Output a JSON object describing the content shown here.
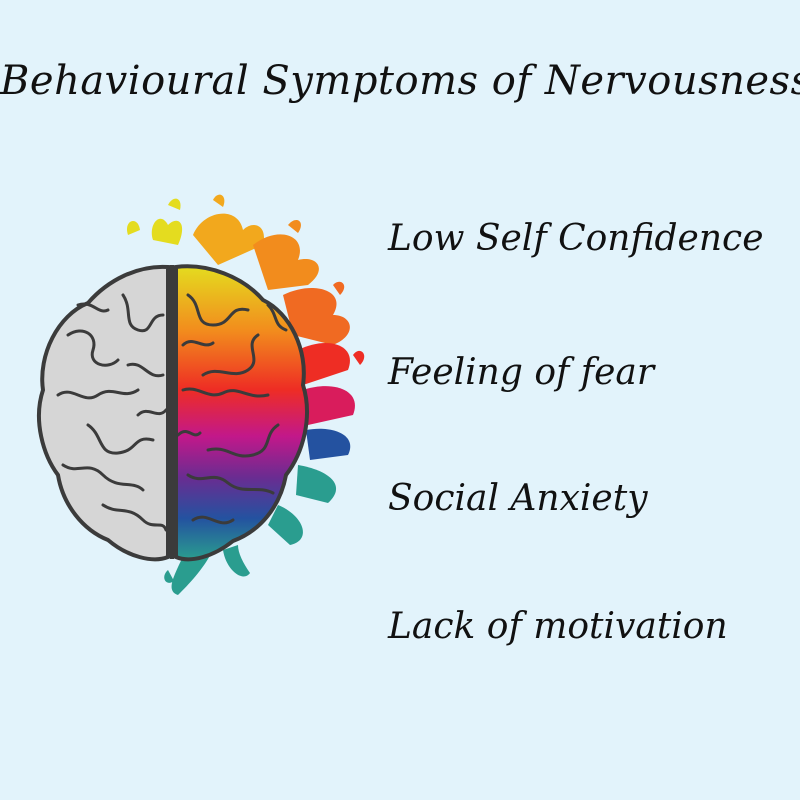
{
  "title": "Behavioural Symptoms of Nervousness",
  "symptoms": [
    {
      "label": "Low Self Confidence"
    },
    {
      "label": "Feeling of fear"
    },
    {
      "label": "Social Anxiety"
    },
    {
      "label": "Lack of motivation"
    }
  ],
  "illustration": {
    "icon": "brain-half-color-splash-icon",
    "colors": {
      "left_half": "#d6d6d6",
      "outline": "#3b3b3b",
      "yellow": "#e4dc1f",
      "orange": "#f28c1d",
      "red": "#ee2d24",
      "magenta": "#c2188a",
      "purple": "#6a2c91",
      "blue": "#2452a0",
      "teal": "#2a9d8f"
    }
  }
}
